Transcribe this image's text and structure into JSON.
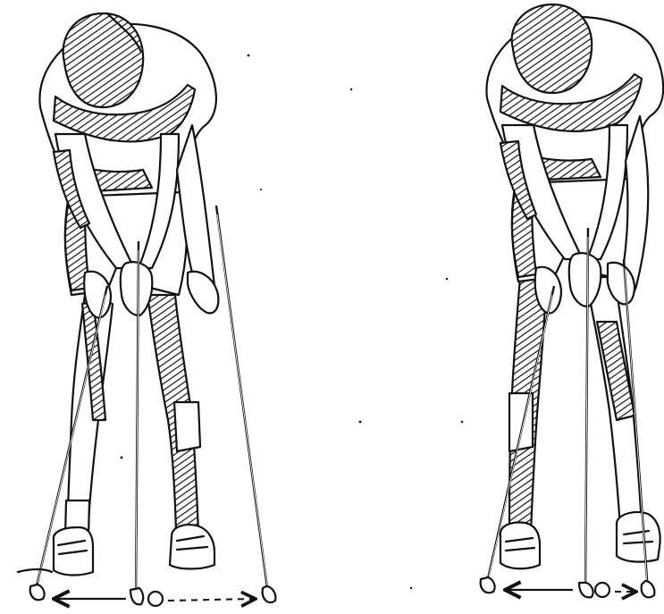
{
  "image": {
    "style": "pen-and-ink illustration",
    "colors": {
      "ink": "#111111",
      "paper": "#ffffff"
    },
    "panels": [
      {
        "figure": "golfer-left"
      },
      {
        "figure": "golfer-right"
      }
    ]
  }
}
